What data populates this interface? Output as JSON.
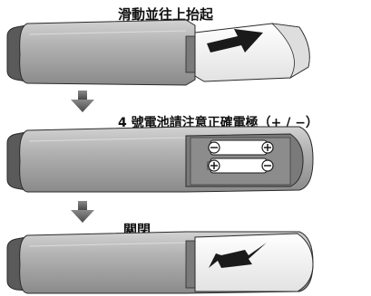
{
  "steps": [
    {
      "caption": "滑動並往上抬起"
    },
    {
      "caption": "4 號電池請注意正確電極（+ / −）"
    },
    {
      "caption": "關閉"
    }
  ],
  "colors": {
    "body_dark": "#6b6b6b",
    "body_mid": "#9a9a9a",
    "body_light": "#c9c9c9",
    "cover": "#f2f2f2",
    "arrow_gray": "#6e6e6e",
    "outline": "#2a2a2a"
  },
  "icons": [
    "down-arrow-icon",
    "slide-arrow-icon",
    "battery-icon",
    "plus-icon",
    "minus-icon"
  ]
}
